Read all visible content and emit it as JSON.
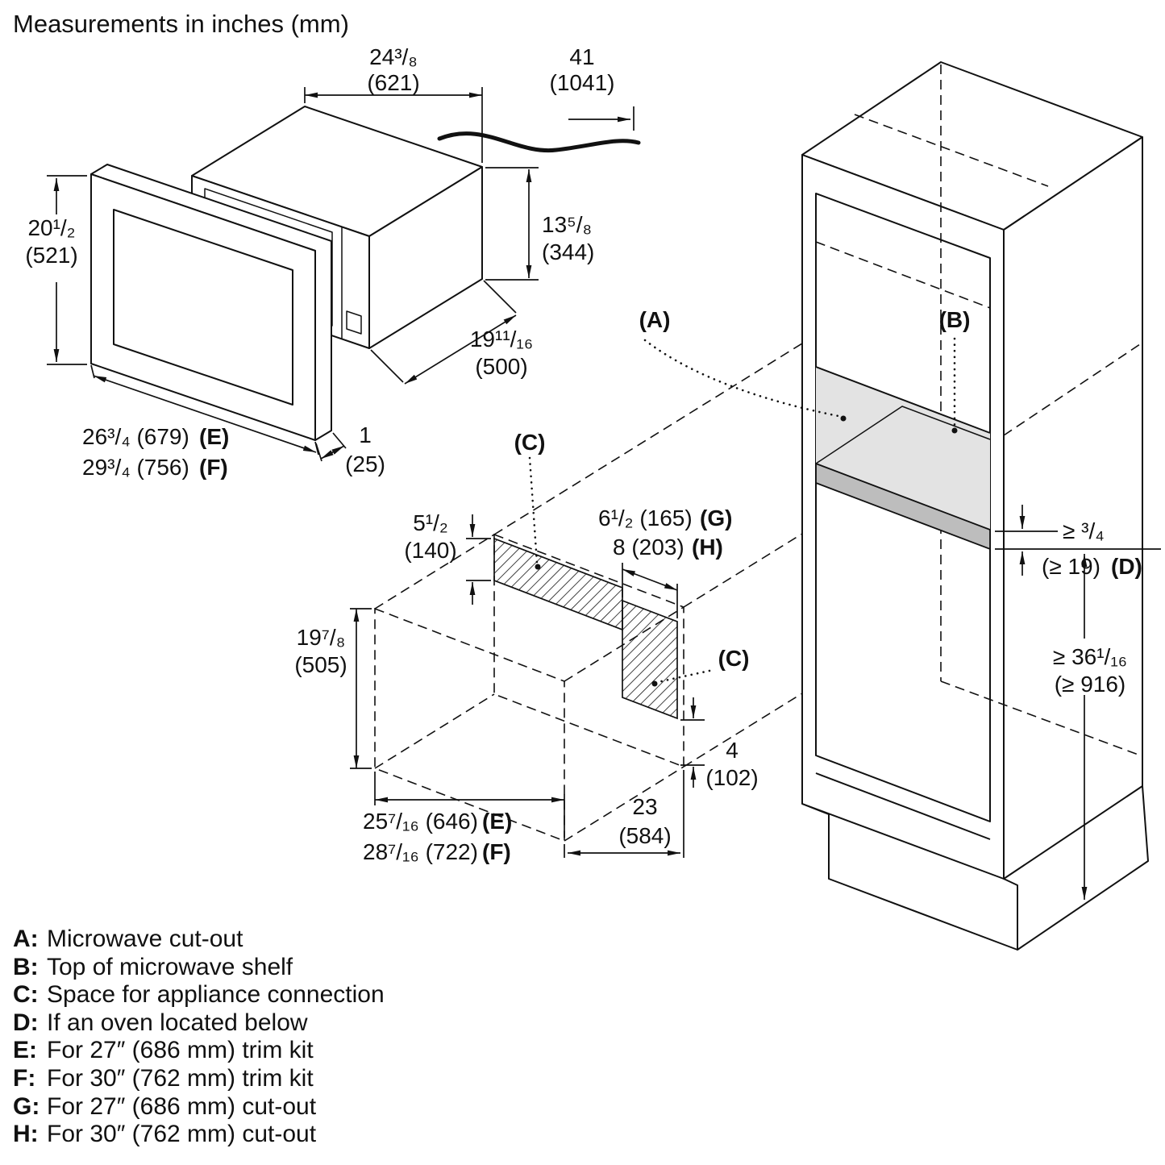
{
  "title": "Measurements in inches (mm)",
  "microwave": {
    "top_width_l1": "24³/₈",
    "top_width_l2": "(621)",
    "cord_l1": "41",
    "cord_l2": "(1041)",
    "frame_height_l1": "20¹/₂",
    "frame_height_l2": "(521)",
    "body_height_l1": "13⁵/₈",
    "body_height_l2": "(344)",
    "body_depth_l1": "19¹¹/₁₆",
    "body_depth_l2": "(500)",
    "frame_width_e_value": "26³/₄ (679)",
    "frame_width_e_key": "(E)",
    "frame_width_f_value": "29³/₄ (756)",
    "frame_width_f_key": "(F)",
    "frame_thickness_l1": "1",
    "frame_thickness_l2": "(25)"
  },
  "cutout": {
    "callout_c_top": "(C)",
    "callout_c_side": "(C)",
    "connection_height_l1": "5¹/₂",
    "connection_height_l2": "(140)",
    "connection_width_g_value": "6¹/₂ (165)",
    "connection_width_g_key": "(G)",
    "connection_width_h_value": "8 (203)",
    "connection_width_h_key": "(H)",
    "height_l1": "19⁷/₈",
    "height_l2": "(505)",
    "depth_l1": "23",
    "depth_l2": "(584)",
    "gap_l1": "4",
    "gap_l2": "(102)",
    "width_e_value": "25⁷/₁₆ (646)",
    "width_e_key": "(E)",
    "width_f_value": "28⁷/₁₆ (722)",
    "width_f_key": "(F)"
  },
  "cabinet": {
    "callout_a": "(A)",
    "callout_b": "(B)",
    "shelf_thickness_l1": "≥ ³/₄",
    "shelf_thickness_l2_value": "(≥ 19)",
    "shelf_thickness_l2_key": "(D)",
    "shelf_height_l1": "≥ 36¹/₁₆",
    "shelf_height_l2": "(≥ 916)"
  },
  "legend": [
    {
      "key": "A:",
      "text": "Microwave cut-out"
    },
    {
      "key": "B:",
      "text": "Top of microwave shelf"
    },
    {
      "key": "C:",
      "text": "Space for appliance connection"
    },
    {
      "key": "D:",
      "text": "If an oven located below"
    },
    {
      "key": "E:",
      "text": "For 27″ (686 mm) trim kit"
    },
    {
      "key": "F:",
      "text": "For 30″ (762 mm) trim kit"
    },
    {
      "key": "G:",
      "text": "For 27″ (686 mm) cut-out"
    },
    {
      "key": "H:",
      "text": "For 30″ (762 mm) cut-out"
    }
  ]
}
